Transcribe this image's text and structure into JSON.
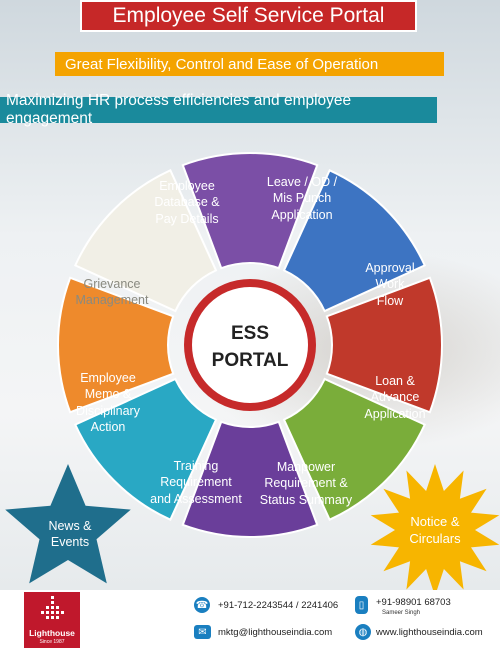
{
  "title": "Employee Self Service Portal",
  "tagline1": "Great Flexibility, Control and Ease of Operation",
  "tagline2": "Maximizing HR process efficiencies and employee engagement",
  "hub": {
    "line1": "ESS",
    "line2": "PORTAL"
  },
  "segments": [
    {
      "name": "employee-database",
      "color": "#7b4fa6",
      "lines": [
        "Employee",
        "Database &",
        "Pay Details"
      ]
    },
    {
      "name": "leave-od",
      "color": "#3d74c2",
      "lines": [
        "Leave / OD /",
        "Mis Punch",
        "Application"
      ]
    },
    {
      "name": "approval-workflow",
      "color": "#c0392b",
      "lines": [
        "Approval",
        "Work",
        "Flow"
      ]
    },
    {
      "name": "loan-advance",
      "color": "#7aad3a",
      "lines": [
        "Loan &",
        "Advance",
        "Application"
      ]
    },
    {
      "name": "manpower",
      "color": "#6a3e9a",
      "lines": [
        "Manpower",
        "Requirement &",
        "Status Summary"
      ]
    },
    {
      "name": "training",
      "color": "#29a8c4",
      "lines": [
        "Training",
        "Requirement",
        "and Assessment"
      ]
    },
    {
      "name": "employee-memo",
      "color": "#ee8a2c",
      "lines": [
        "Employee",
        "Memo &",
        "Disciplinary",
        "Action"
      ]
    },
    {
      "name": "grievance",
      "color": "#f1efe6",
      "text_color": "#8a8a80",
      "lines": [
        "Grievance",
        "Management"
      ]
    }
  ],
  "news": {
    "lines": [
      "News &",
      "Events"
    ],
    "color": "#1f6e8c"
  },
  "notice": {
    "lines": [
      "Notice &",
      "Circulars"
    ],
    "color": "#f7b500"
  },
  "footer": {
    "logo": {
      "name": "Lighthouse",
      "since": "Since 1987"
    },
    "phone": "+91-712-2243544 / 2241406",
    "mobile": "+91-98901 68703",
    "mobile_name": "Sameer Singh",
    "email": "mktg@lighthouseindia.com",
    "website": "www.lighthouseindia.com",
    "icons": [
      "phone-icon",
      "mobile-icon",
      "email-icon",
      "globe-icon"
    ]
  }
}
